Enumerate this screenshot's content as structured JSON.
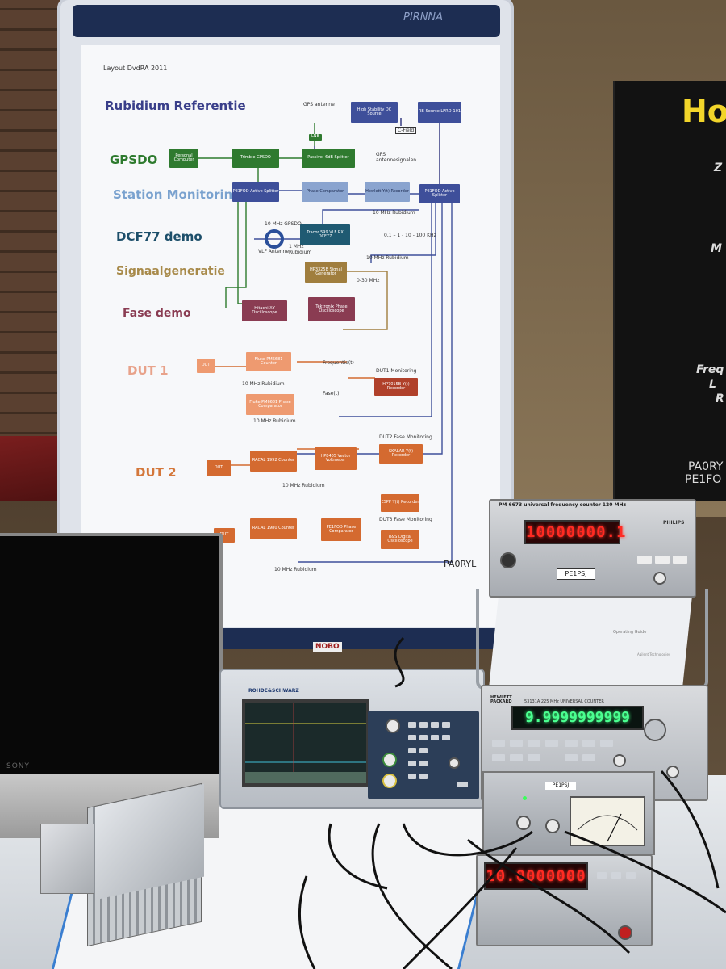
{
  "poster": {
    "brand": "PIRNNA",
    "header": "Layout DvdRA 2011",
    "author": "PA0RYL",
    "sections": [
      {
        "label": "Rubidium Referentie",
        "color": "#3a3f8a"
      },
      {
        "label": "GPSDO",
        "color": "#2d7a2d"
      },
      {
        "label": "Station Monitoring",
        "color": "#7aa2cf"
      },
      {
        "label": "DCF77 demo",
        "color": "#1d4f6a"
      },
      {
        "label": "Signaalgeneratie",
        "color": "#a88a4a"
      },
      {
        "label": "Fase demo",
        "color": "#8a3c52"
      },
      {
        "label": "DUT 1",
        "color": "#e8a28a"
      },
      {
        "label": "DUT 2",
        "color": "#d4773a"
      }
    ],
    "boxes": {
      "hs_dc": "High Stability DC Source",
      "rb_src": "RB-Source LPRO-101",
      "cfield": "C-Field",
      "gps_ant": "GPS antenne",
      "lnb": "LNB",
      "pc": "Personal Computer",
      "trimble": "Trimble GPSDO",
      "passive_split": "Passive -6dB Splitter",
      "gps_out": "GPS antennesignalen",
      "pe1fod_1": "PE1FOD Active Splitter",
      "phase_comp_1": "Phase Comparator",
      "recorder_1": "Hewlett Y(t) Recorder",
      "pe1fod_2": "PE1FOD Active Splitter",
      "gpsdo_10": "10 MHz GPSDO",
      "rb_10_a": "10 MHz Rubidium",
      "vlf": "VLF Antenne",
      "tracor": "Tracor 599 VLF RX DCF77",
      "dcf_out": "0,1 – 1 - 10 - 100 KHz",
      "mhz1": "1 MHz Rubidium",
      "rb_10_b": "10 MHz Rubidium",
      "hp3325": "HP3325B Signal Generator",
      "mhz_30": "0-30 MHz",
      "hitachi": "Hitachi XY Oscilloscope",
      "tektronix": "Tektronix Phase Oscilloscope",
      "dut1": "DUT",
      "fluke_cnt": "Fluke PM6681 Counter",
      "freq": "Frequentie(t)",
      "dut1_mon": "DUT1 Monitoring",
      "fluke_phase": "Fluke PM6681 Phase Comparator",
      "fase": "Fase(t)",
      "hp7015": "HP7015B Y(t) Recorder",
      "rb_10_c": "10 MHz Rubidium",
      "rb_10_d": "10 MHz Rubidium",
      "dut2": "DUT",
      "racal1992": "RACAL 1992 Counter",
      "hp8405": "HP8405 Vector Voltmeter",
      "dut2_mon": "DUT2 Fase Monitoring",
      "skalar": "SKALAR Y(t) Recorder",
      "rb_10_e": "10 MHz Rubidium",
      "dut3": "DUT",
      "racal1980": "RACAL 1980 Counter",
      "pe1fod_phase": "PE1FOD Phase Comparator",
      "espp": "ESPP Y(t) Recorder",
      "dut3_mon": "DUT3 Fase Monitoring",
      "r_s_osc": "R&S Digital Oscilloscope",
      "rb_10_f": "10 MHz Rubidium"
    }
  },
  "banner": {
    "line1": "Hog",
    "letters": [
      "Z",
      "M",
      "Freq",
      "L",
      "R"
    ],
    "call1": "PA0RY",
    "call2": "PE1FO"
  },
  "counters": {
    "pm": {
      "model": "PM 6673",
      "title": "universal frequency counter 120 MHz",
      "brand": "PHILIPS",
      "reading": "10000000.1",
      "tag": "PE1PSJ"
    },
    "hp": {
      "brand": "HEWLETT PACKARD",
      "model": "53131A 225 MHz UNIVERSAL COUNTER",
      "reading": "9.9999999999"
    },
    "bottom": {
      "reading": "10.0000000"
    },
    "meter": {
      "tag": "PE1PSJ"
    }
  },
  "manual": {
    "title": "Operating Guide",
    "brand": "Agilent Technologies"
  },
  "scope": {
    "brand": "ROHDE&SCHWARZ"
  },
  "nobo": "NOBO",
  "sony": "SONY"
}
